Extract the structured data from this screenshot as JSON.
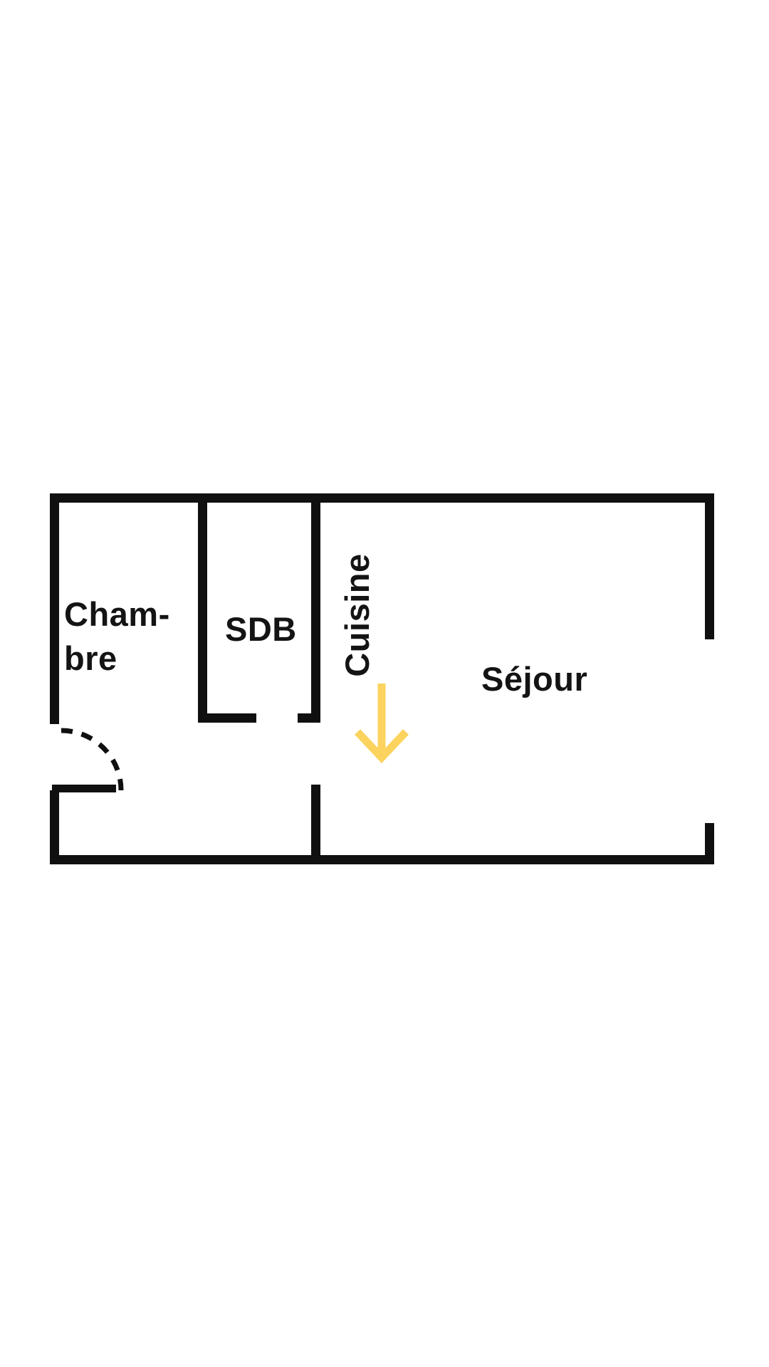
{
  "colors": {
    "background": "#ffffff",
    "wall": "#101010",
    "text": "#141414",
    "arrow": "#FBD35E"
  },
  "floor_plan": {
    "rooms": [
      {
        "id": "chambre",
        "label_line1": "Cham-",
        "label_line2": "bre"
      },
      {
        "id": "sdb",
        "label": "SDB"
      },
      {
        "id": "cuisine",
        "label": "Cuisine"
      },
      {
        "id": "sejour",
        "label": "Séjour"
      }
    ],
    "annotations": {
      "kitchen_arrow_direction": "down"
    }
  }
}
